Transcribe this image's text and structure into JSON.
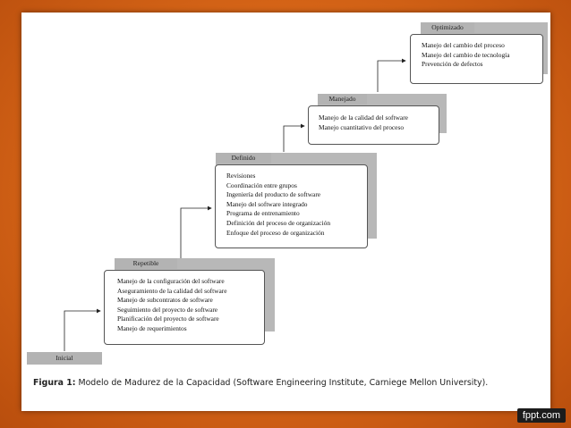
{
  "levels": {
    "initial": {
      "title": "Inicial"
    },
    "repeatable": {
      "title": "Repetible",
      "items": [
        "Manejo de la configuración del software",
        "Aseguramiento de la calidad del software",
        "Manejo de subcontratos de software",
        "Seguimiento del proyecto de software",
        "Planificación del proyecto de software",
        "Manejo de requerimientos"
      ]
    },
    "defined": {
      "title": "Definido",
      "items": [
        "Revisiones",
        "Coordinación entre grupos",
        "Ingeniería del producto de software",
        "Manejo del software integrado",
        "Programa de entrenamiento",
        "Definición del proceso de organización",
        "Enfoque del proceso de organización"
      ]
    },
    "managed": {
      "title": "Manejado",
      "items": [
        "Manejo de la calidad del software",
        "Manejo cuantitativo del proceso"
      ]
    },
    "optimizing": {
      "title": "Optimizado",
      "items": [
        "Manejo del cambio del proceso",
        "Manejo del cambio de tecnología",
        "Prevención de defectos"
      ]
    }
  },
  "caption": {
    "label": "Figura 1:",
    "text": "Modelo de Madurez de la Capacidad (Software Engineering Institute, Carniege Mellon University)."
  },
  "brand": "fppt.com"
}
